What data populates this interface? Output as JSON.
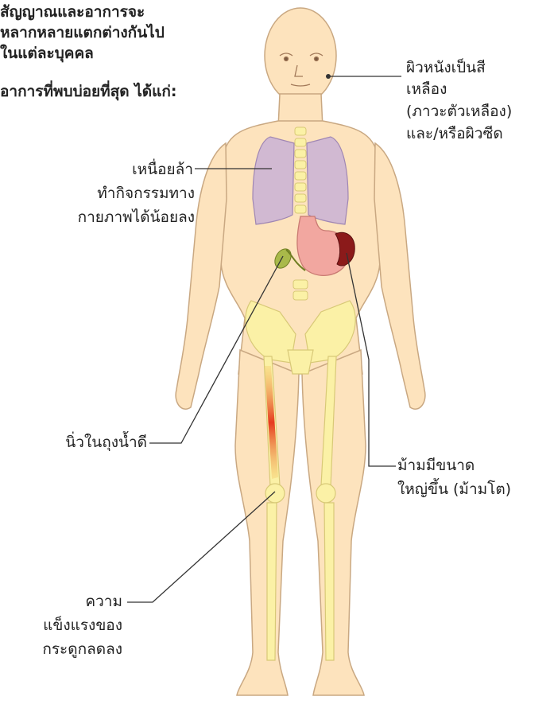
{
  "intro": {
    "lines": [
      "สัญญาณและอาการจะ",
      "หลากหลายแตกต่างกันไป",
      "ในแต่ละบุคคล"
    ],
    "common_heading": "อาการที่พบบ่อยที่สุด ได้แก่:"
  },
  "callouts": {
    "fatigue": [
      "เหนื่อยล้า",
      "ทำกิจกรรมทาง",
      "กายภาพได้น้อยลง"
    ],
    "skin": [
      "ผิวหนังเป็นสี",
      "เหลือง",
      "(ภาวะตัวเหลือง)",
      "และ/หรือผิวซีด"
    ],
    "gallstones": [
      "นิ่วในถุงน้ำดี"
    ],
    "spleen": [
      "ม้ามมีขนาด",
      "ใหญ่ขึ้น (ม้ามโต)"
    ],
    "bone": [
      "ความ",
      "แข็งแรงของ",
      "กระดูกลดลง"
    ]
  },
  "colors": {
    "skin": "#fde3bd",
    "skin_outline": "#c9a882",
    "lungs": "#c9b2d6",
    "bone": "#fbf1a6",
    "stomach": "#f2a7a0",
    "spleen": "#8b1a1a",
    "gallbladder": "#a9b94a",
    "bone_lesion": "#e63a1f",
    "leader_line": "#333333"
  }
}
